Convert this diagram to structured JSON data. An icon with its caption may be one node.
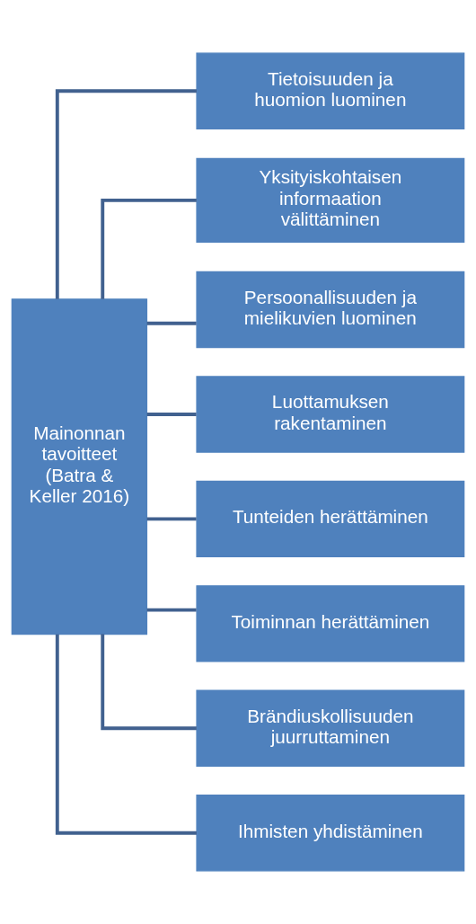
{
  "diagram": {
    "nodes": [
      {
        "text": [
          "Mainonnan tavoitteet (Batra & Keller 2016)"
        ]
      },
      {
        "text": [
          "Tietoisuuden ja huomion luominen"
        ]
      },
      {
        "text": [
          "Yksityiskohtaisen informaation välittäminen"
        ]
      },
      {
        "text": [
          "Persoonallisuuden ja mielikuvien luominen"
        ]
      },
      {
        "text": [
          "Luottamuksen rakentaminen"
        ]
      },
      {
        "text": [
          "Tunteiden herättäminen"
        ]
      },
      {
        "text": [
          "Toiminnan herättäminen"
        ]
      },
      {
        "text": [
          "Brändiuskollisuuden juurruttaminen"
        ]
      },
      {
        "text": [
          "Ihmisten yhdistäminen"
        ]
      }
    ],
    "edges": [
      {
        "from": 0,
        "to": 1,
        "arrow": "none"
      },
      {
        "from": 0,
        "to": 2,
        "arrow": "none"
      },
      {
        "from": 0,
        "to": 3,
        "arrow": "none"
      },
      {
        "from": 0,
        "to": 4,
        "arrow": "none"
      },
      {
        "from": 0,
        "to": 5,
        "arrow": "none"
      },
      {
        "from": 0,
        "to": 6,
        "arrow": "none"
      },
      {
        "from": 0,
        "to": 7,
        "arrow": "none"
      },
      {
        "from": 0,
        "to": 8,
        "arrow": "none"
      }
    ]
  }
}
